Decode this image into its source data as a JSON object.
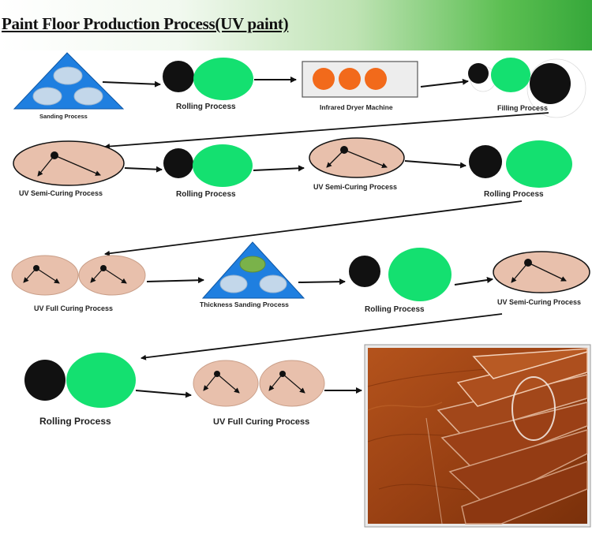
{
  "title": "Paint Floor Production Process(UV paint)",
  "labels": {
    "sanding": "Sanding Process",
    "rolling": "Rolling Process",
    "infrared": "Infrared Dryer Machine",
    "filling": "Filling Process",
    "uv_semi": "UV Semi-Curing Process",
    "uv_full": "UV Full Curing Process",
    "thickness": "Thickness Sanding Process"
  },
  "colors": {
    "triangle": "#1f7fe0",
    "roller_green": "#14e070",
    "roller_black": "#111111",
    "dryer_orange": "#f26a1b",
    "uv_disc": "#e8c0ac"
  }
}
